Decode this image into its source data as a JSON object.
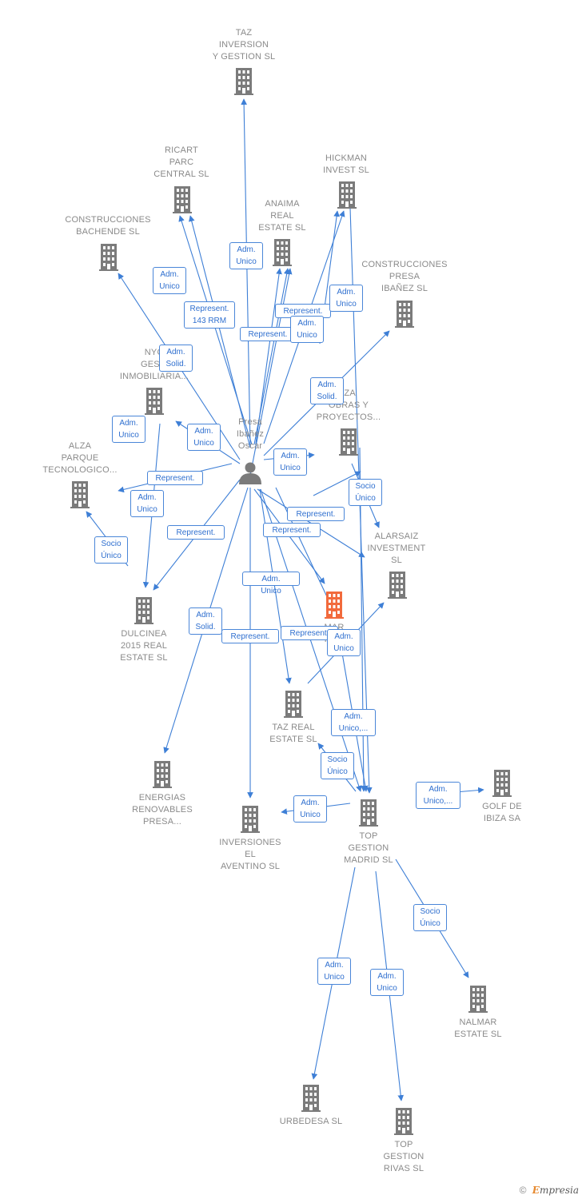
{
  "colors": {
    "company": "#7b7b7b",
    "highlight": "#f26a3c",
    "person": "#7b7b7b",
    "edge": "#3e7fd6",
    "label_text": "#8a8a8a"
  },
  "person": {
    "label": "Presa\nIbañez\nOscar",
    "icon": "person-icon"
  },
  "companies": [
    {
      "id": "taz_inversion",
      "label": "TAZ\nINVERSION\nY GESTION  SL",
      "icon": "building-icon"
    },
    {
      "id": "ricart",
      "label": "RICART\nPARC\nCENTRAL SL",
      "icon": "building-icon"
    },
    {
      "id": "hickman",
      "label": "HICKMAN\nINVEST  SL",
      "icon": "building-icon"
    },
    {
      "id": "anaima",
      "label": "ANAIMA\nREAL\nESTATE  SL",
      "icon": "building-icon"
    },
    {
      "id": "bachende",
      "label": "CONSTRUCCIONES\nBACHENDE SL",
      "icon": "building-icon"
    },
    {
      "id": "presa_ibanez",
      "label": "CONSTRUCCIONES\nPRESA\nIBAÑEZ SL",
      "icon": "building-icon"
    },
    {
      "id": "nyo",
      "label": "NYO\nGESTI\nINMOBILIARIA...",
      "icon": "building-icon"
    },
    {
      "id": "iza",
      "label": "IZA\nOBRAS Y\nPROYECTOS...",
      "icon": "building-icon"
    },
    {
      "id": "alza",
      "label": "ALZA\nPARQUE\nTECNOLOGICO...",
      "icon": "building-icon"
    },
    {
      "id": "alarsaiz",
      "label": "ALARSAIZ\nINVESTMENT\nSL",
      "icon": "building-icon"
    },
    {
      "id": "main",
      "label": "MAR\nPRO",
      "icon": "building-icon",
      "highlight": true
    },
    {
      "id": "dulcinea",
      "label": "DULCINEA\n2015 REAL\nESTATE  SL",
      "icon": "building-icon"
    },
    {
      "id": "taz_real",
      "label": "TAZ REAL\nESTATE  SL",
      "icon": "building-icon"
    },
    {
      "id": "energias",
      "label": "ENERGIAS\nRENOVABLES\nPRESA...",
      "icon": "building-icon"
    },
    {
      "id": "golf",
      "label": "GOLF DE\nIBIZA SA",
      "icon": "building-icon"
    },
    {
      "id": "inversiones",
      "label": "INVERSIONES\nEL\nAVENTINO  SL",
      "icon": "building-icon"
    },
    {
      "id": "top_madrid",
      "label": "TOP\nGESTION\nMADRID  SL",
      "icon": "building-icon"
    },
    {
      "id": "nalmar",
      "label": "NALMAR\nESTATE  SL",
      "icon": "building-icon"
    },
    {
      "id": "urbedesa",
      "label": "URBEDESA SL",
      "icon": "building-icon"
    },
    {
      "id": "top_rivas",
      "label": "TOP\nGESTION\nRIVAS  SL",
      "icon": "building-icon"
    }
  ],
  "edge_labels": [
    "Adm.\nUnico",
    "Adm.\nUnico",
    "Represent.\n143 RRM",
    "Represent.",
    "Represent.",
    "Adm.\nUnico",
    "Adm.\nUnico",
    "Adm.\nSolid.",
    "Adm.\nSolid.",
    "Adm.\nUnico",
    "Adm.\nUnico",
    "Adm.\nUnico",
    "Represent.",
    "Adm.\nUnico",
    "Socio\nÚnico",
    "Represent.",
    "Represent.",
    "Socio\nÚnico",
    "Represent.",
    "Adm.\nUnico",
    "Adm.\nSolid.",
    "Represent.",
    "Represent.",
    "Adm.\nUnico",
    "Adm.\nUnico,...",
    "Socio\nÚnico",
    "Adm.\nUnico",
    "Adm.\nUnico,...",
    "Socio\nÚnico",
    "Adm.\nUnico",
    "Adm.\nUnico"
  ],
  "footer": {
    "copyright": "©",
    "brand_first": "E",
    "brand_rest": "mpresia"
  }
}
